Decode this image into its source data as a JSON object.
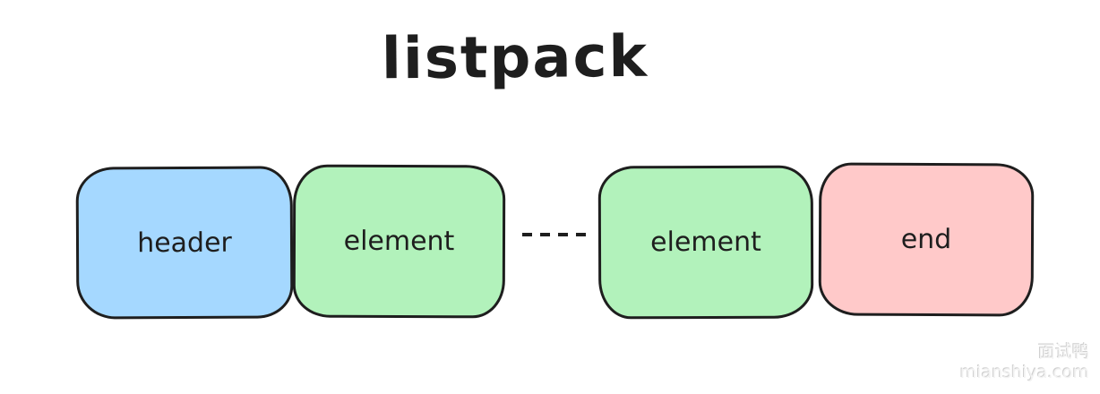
{
  "title": "listpack",
  "diagram": {
    "stroke": "#1e1e1e",
    "background": "#ffffff",
    "nodes": [
      {
        "label": "header",
        "fill": "#a5d8ff",
        "role": "listpack header block"
      },
      {
        "label": "element",
        "fill": "#b2f2bb",
        "role": "listpack element block"
      },
      {
        "label": "element",
        "fill": "#b2f2bb",
        "role": "listpack element block"
      },
      {
        "label": "end",
        "fill": "#ffc9c9",
        "role": "listpack terminator block"
      }
    ],
    "connector": {
      "type": "dashed-line",
      "color": "#1e1e1e",
      "dash": "11 9"
    }
  },
  "watermark": {
    "line1": "面试鸭",
    "line2": "mianshiya.com"
  }
}
